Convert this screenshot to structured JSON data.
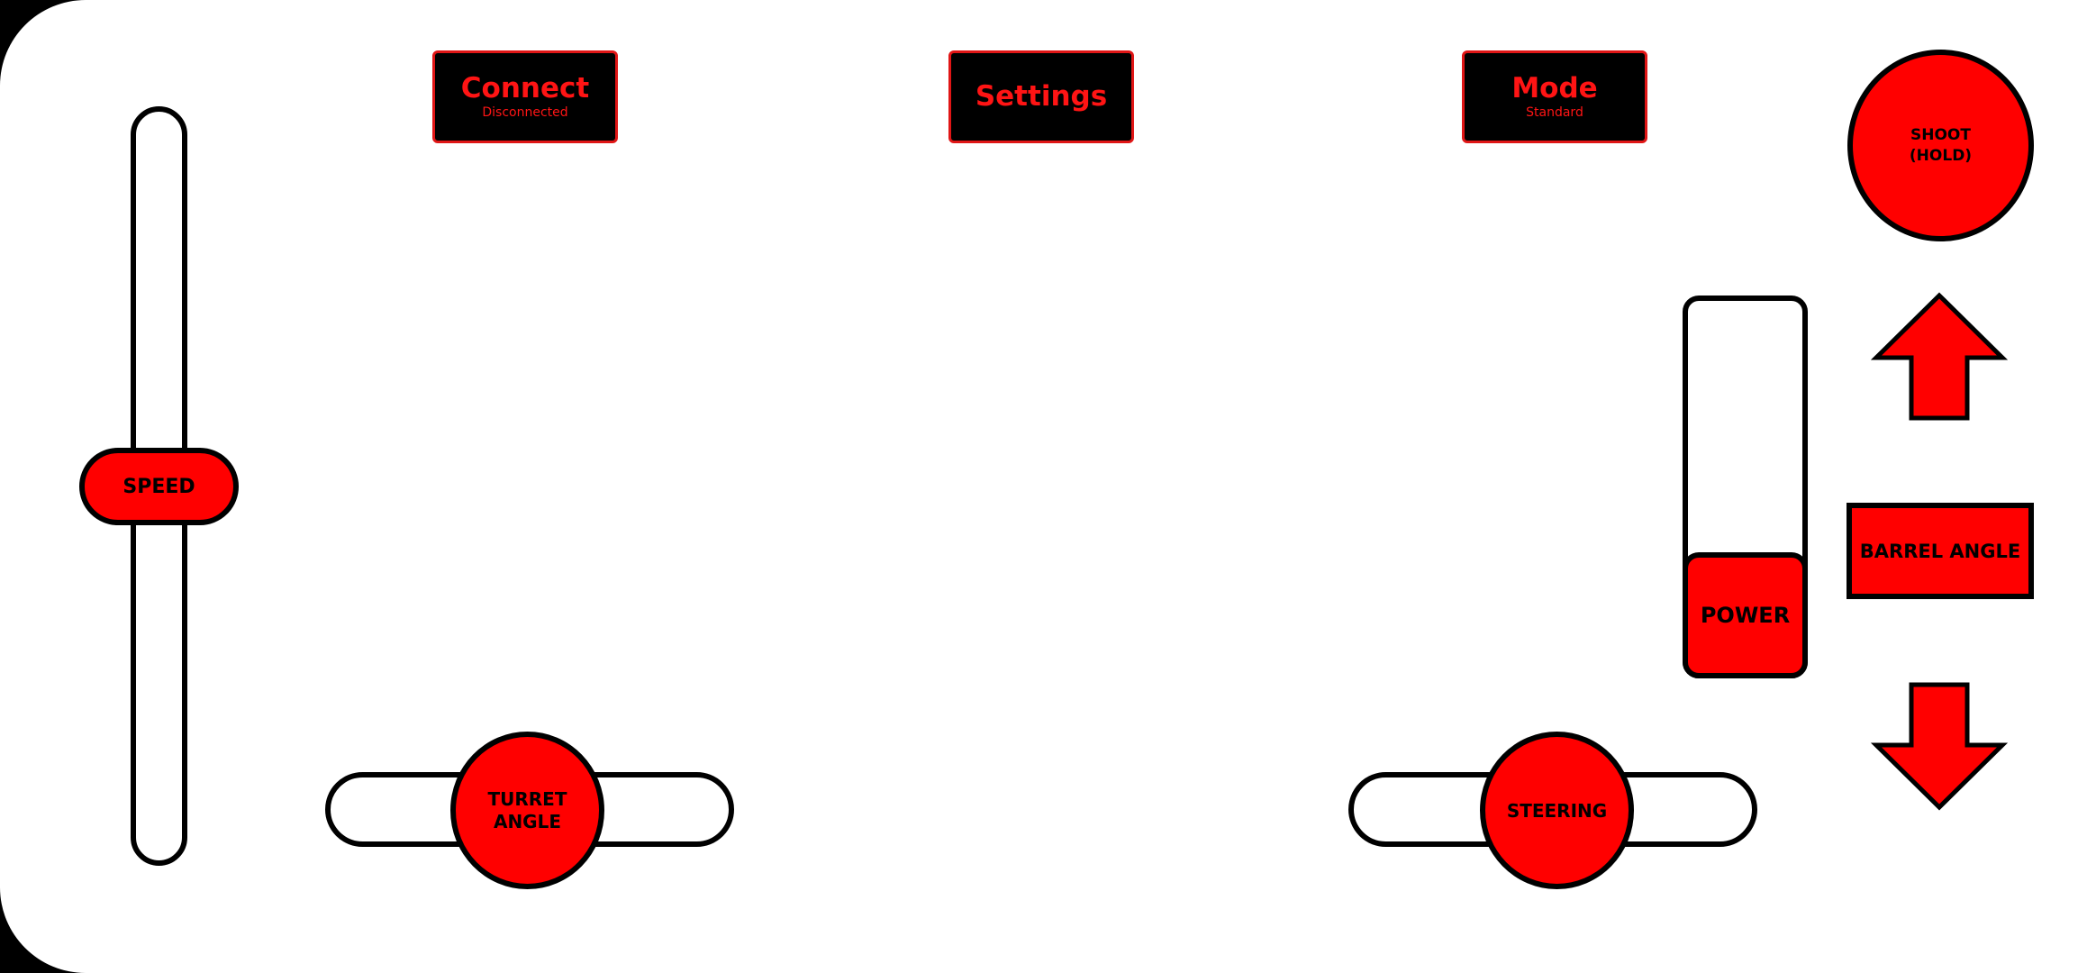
{
  "top_bar": {
    "connect": {
      "label": "Connect",
      "status": "Disconnected"
    },
    "settings": {
      "label": "Settings"
    },
    "mode": {
      "label": "Mode",
      "value": "Standard"
    }
  },
  "controls": {
    "speed_label": "SPEED",
    "turret_angle_label": "TURRET\nANGLE",
    "steering_label": "STEERING",
    "power_label": "POWER",
    "shoot_label": "SHOOT\n(HOLD)",
    "barrel_angle_label": "BARREL ANGLE"
  },
  "colors": {
    "accent": "#ff0000",
    "outline": "#000000",
    "background": "#000000",
    "panel": "#ffffff"
  },
  "icons": {
    "barrel_up": "arrow-up-icon",
    "barrel_down": "arrow-down-icon"
  }
}
